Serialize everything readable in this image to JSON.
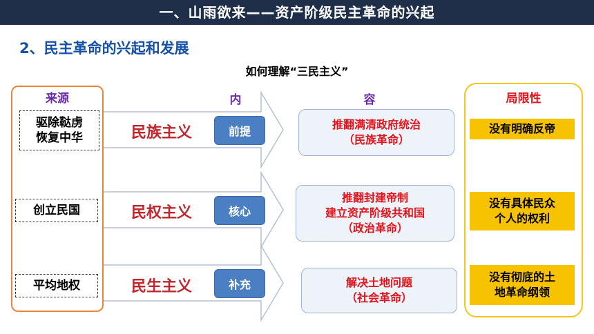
{
  "header": {
    "title": "一、山雨欲来——资产阶级民主革命的兴起"
  },
  "section": {
    "title": "2、民主革命的兴起和发展"
  },
  "subtitle": "如何理解“三民主义”",
  "columns": {
    "source": "来源",
    "content_left": "内",
    "content_right": "容",
    "limitation": "局限性"
  },
  "rows": [
    {
      "source": "驱除鞑虏\n恢复中华",
      "doctrine": "民族主义",
      "role": "前提",
      "content_lines": [
        "推翻满清政府统治",
        "（民族革命）"
      ]
    },
    {
      "source": "创立民国",
      "doctrine": "民权主义",
      "role": "核心",
      "content_lines": [
        "推翻封建帝制",
        "建立资产阶级共和国",
        "（政治革命）"
      ]
    },
    {
      "source": "平均地权",
      "doctrine": "民生主义",
      "role": "补充",
      "content_lines": [
        "解决土地问题",
        "（社会革命）"
      ]
    }
  ],
  "limitations": [
    "没有明确反帝",
    "没有具体民众\n个人的权利",
    "没有彻底的土\n地革命纲领"
  ],
  "colors": {
    "header_bg": "#1f2f4a",
    "section_blue": "#1552a6",
    "source_border": "#e8843c",
    "limit_border": "#f5c518",
    "limit_fill": "#f7c300",
    "doctrine_red": "#c0272d",
    "role_blue": "#4a7fc4",
    "content_red": "#e0141c"
  }
}
